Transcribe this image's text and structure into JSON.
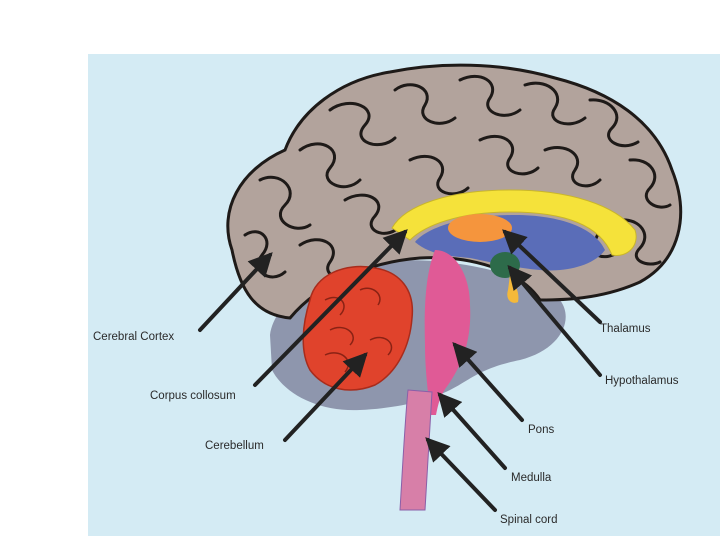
{
  "diagram": {
    "colors": {
      "background": "#d4ebf4",
      "cortex": "#b2a39c",
      "gyri_lines": "#1e1a18",
      "corpus_callosum": "#f5e23a",
      "thalamus": "#f5953d",
      "hypothalamus": "#2d6b4a",
      "cerebellum": "#e0432c",
      "pons": "#e05a96",
      "ventricle": "#5a6db8",
      "arrow": "#222222"
    },
    "labels": {
      "cerebral_cortex": "Cerebral Cortex",
      "corpus_collosum": "Corpus collosum",
      "cerebellum": "Cerebellum",
      "thalamus": "Thalamus",
      "hypothalamus": "Hypothalamus",
      "pons": "Pons",
      "medulla": "Medulla",
      "spinal_cord": "Spinal cord"
    }
  }
}
